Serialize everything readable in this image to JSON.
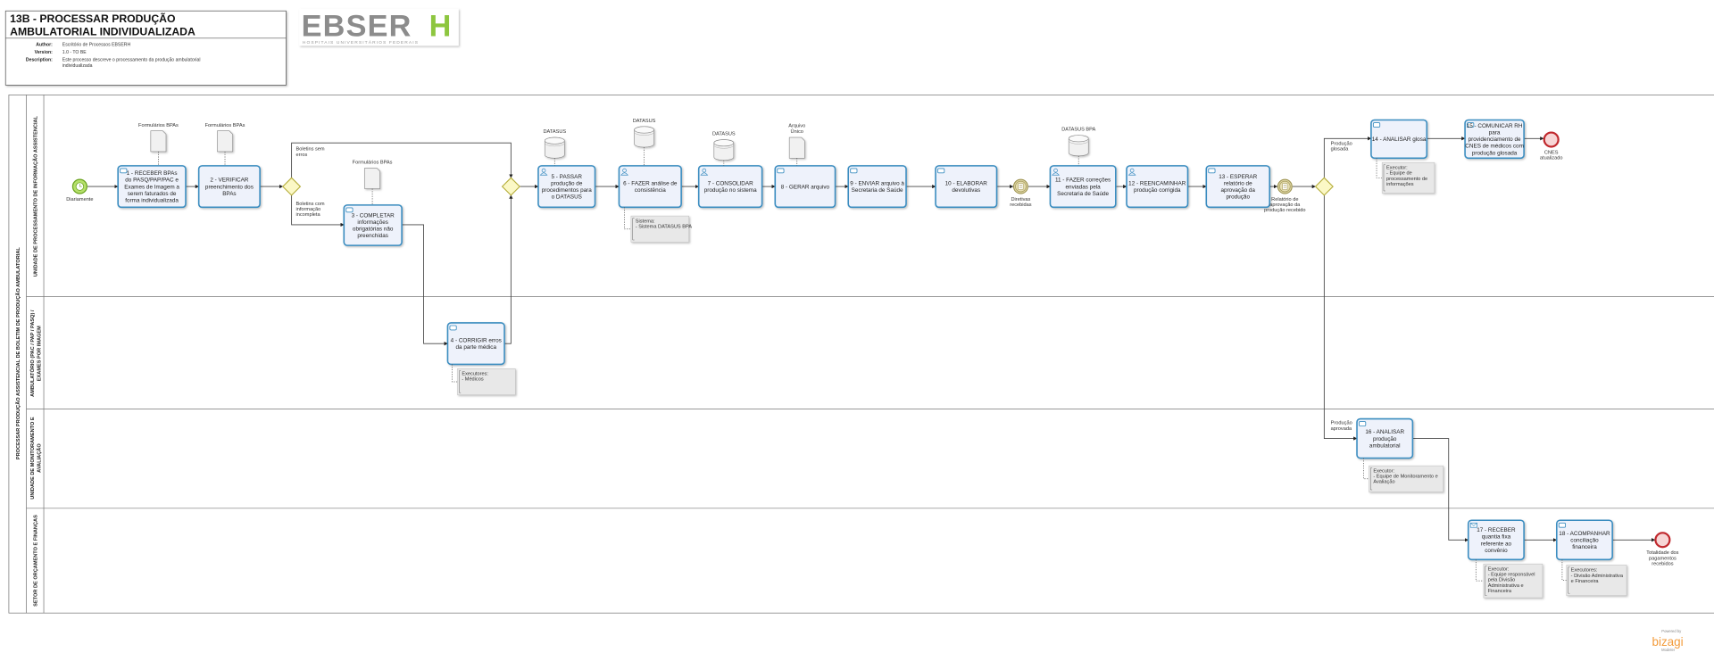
{
  "header": {
    "title_line1": "13B - PROCESSAR PRODUÇÃO",
    "title_line2": "AMBULATORIAL INDIVIDUALIZADA",
    "author_label": "Author:",
    "author": "Escritório de Processos EBSERH",
    "version_label": "Version:",
    "version": "1.0 - TO BE",
    "description_label": "Description:",
    "description_line1": "Este processo descreve o processamento da produção ambulatorial",
    "description_line2": "individualizada"
  },
  "logo": {
    "text": "EBSERH",
    "subtitle": "HOSPITAIS UNIVERSITÁRIOS FEDERAIS",
    "gray": "#8c8c8c",
    "green": "#8dc63f"
  },
  "pool": {
    "label": "PROCESSAR PRODUÇÃO ASSISTENCIAL DE BOLETIM DE PRODUÇÃO AMBULATORIAL"
  },
  "lanes": [
    {
      "label": "UNIDADE DE PROCESSAMENTO DE INFORMAÇÃO ASSISTENCIAL"
    },
    {
      "label_line1": "AMBULATÓRIO (PAC / PAP / PASQ) /",
      "label_line2": "EXAMES POR IMAGEM"
    },
    {
      "label_line1": "UNIDADE DE MONITORAMENTO E",
      "label_line2": "AVALIAÇÃO"
    },
    {
      "label": "SETOR DE ORÇAMENTO E FINANÇAS"
    }
  ],
  "tasks": [
    {
      "id": "t1",
      "icon": "manual",
      "lines": [
        "1 - RECEBER BPAs",
        "do PASQ/PAP/PAC e",
        "Exames de Imagem a",
        "serem faturados de",
        "forma individualizada"
      ]
    },
    {
      "id": "t2",
      "icon": "none",
      "lines": [
        "2 - VERIFICAR",
        "preenchimento dos",
        "BPAs"
      ]
    },
    {
      "id": "t3",
      "icon": "manual",
      "lines": [
        "3 - COMPLETAR",
        "informações",
        "obrigatórias não",
        "preenchidas"
      ]
    },
    {
      "id": "t4",
      "icon": "manual",
      "lines": [
        "4 - CORRIGIR erros",
        "da parte médica"
      ]
    },
    {
      "id": "t5",
      "icon": "user",
      "lines": [
        "5 - PASSAR",
        "produção de",
        "procedimentos para",
        "o DATASUS"
      ]
    },
    {
      "id": "t6",
      "icon": "user",
      "lines": [
        "6 - FAZER análise de",
        "consistência"
      ]
    },
    {
      "id": "t7",
      "icon": "user",
      "lines": [
        "7 - CONSOLIDAR",
        "produção no sistema"
      ]
    },
    {
      "id": "t8",
      "icon": "manual",
      "lines": [
        "8 - GERAR arquivo"
      ]
    },
    {
      "id": "t9",
      "icon": "manual",
      "lines": [
        "9 - ENVIAR arquivo à",
        "Secretaria de Saúde"
      ]
    },
    {
      "id": "t10",
      "icon": "manual",
      "lines": [
        "10 - ELABORAR",
        "devolutivas"
      ]
    },
    {
      "id": "t11",
      "icon": "user",
      "lines": [
        "11 - FAZER correções",
        "enviadas pela",
        "Secretaria de Saúde"
      ]
    },
    {
      "id": "t12",
      "icon": "user",
      "lines": [
        "12 - REENCAMINHAR",
        "produção corrigida"
      ]
    },
    {
      "id": "t13",
      "icon": "manual",
      "lines": [
        "13 - ESPERAR",
        "relatório de",
        "aprovação da",
        "produção"
      ]
    },
    {
      "id": "t14",
      "icon": "manual",
      "lines": [
        "14 - ANALISAR glosa"
      ]
    },
    {
      "id": "t15",
      "icon": "manual",
      "lines": [
        "15 - COMUNICAR RH",
        "para",
        "providenciamento de",
        "CNES de médicos com",
        "produção glosada"
      ]
    },
    {
      "id": "t16",
      "icon": "manual",
      "lines": [
        "16 - ANALISAR",
        "produção",
        "ambulatorial"
      ]
    },
    {
      "id": "t17",
      "icon": "message",
      "lines": [
        "17 - RECEBER",
        "quantia fixa",
        "referente ao",
        "convênio"
      ]
    },
    {
      "id": "t18",
      "icon": "manual",
      "lines": [
        "18 - ACOMPANHAR",
        "conciliação",
        "financeira"
      ]
    }
  ],
  "events": [
    {
      "id": "start",
      "type": "start-timer",
      "lines": [
        "Diariamente"
      ]
    },
    {
      "id": "ie1",
      "type": "intermediate-message",
      "lines": [
        "Diretivas",
        "recebidas"
      ]
    },
    {
      "id": "ie2",
      "type": "intermediate-message",
      "lines": [
        "Relatório de",
        "aprovação da",
        "produção recebido"
      ]
    },
    {
      "id": "end1",
      "type": "end",
      "lines": [
        "CNES",
        "atualizado"
      ]
    },
    {
      "id": "end2",
      "type": "end",
      "lines": [
        "Totalidade dos",
        "pagamentos",
        "recebidos"
      ]
    }
  ],
  "gateways": [
    {
      "id": "g1"
    },
    {
      "id": "g2"
    },
    {
      "id": "g3"
    }
  ],
  "artifacts": [
    {
      "id": "d1",
      "type": "document",
      "lines": [
        "Formulários BPAs"
      ]
    },
    {
      "id": "d2",
      "type": "document",
      "lines": [
        "Formulários BPAs"
      ]
    },
    {
      "id": "d3",
      "type": "document",
      "lines": [
        "Formulários BPAs"
      ]
    },
    {
      "id": "db5",
      "type": "database",
      "lines": [
        "DATASUS"
      ]
    },
    {
      "id": "db6",
      "type": "database",
      "lines": [
        "DATASUS"
      ]
    },
    {
      "id": "db7",
      "type": "database",
      "lines": [
        "DATASUS"
      ]
    },
    {
      "id": "d8",
      "type": "document",
      "lines": [
        "Arquivo",
        "Único"
      ]
    },
    {
      "id": "db11",
      "type": "database",
      "lines": [
        "DATASUS BPA"
      ]
    }
  ],
  "annotations": [
    {
      "id": "a4",
      "lines": [
        "Executores:",
        "- Médicos"
      ]
    },
    {
      "id": "a6",
      "lines": [
        "Sistema:",
        "- Sistema DATASUS BPA"
      ]
    },
    {
      "id": "a14",
      "lines": [
        "Executor:",
        "- Equipe de",
        "processamento de",
        "informações"
      ]
    },
    {
      "id": "a16",
      "lines": [
        "Executor:",
        "- Equipe de Monitoramento e",
        "Avaliação"
      ]
    },
    {
      "id": "a17",
      "lines": [
        "Executor:",
        "- Equipe responsável",
        "pela Divisão",
        "Administrativa e",
        "Financeira"
      ]
    },
    {
      "id": "a18",
      "lines": [
        "Executores:",
        "- Divisão Administrativa",
        "e Financeira"
      ]
    }
  ],
  "flow_labels": [
    {
      "id": "f_sem_erros",
      "lines": [
        "Boletins sem",
        "erros"
      ]
    },
    {
      "id": "f_incompleta",
      "lines": [
        "Boletins com",
        "informação",
        "incompleta"
      ]
    },
    {
      "id": "f_glosada",
      "lines": [
        "Produção",
        "glosada"
      ]
    },
    {
      "id": "f_aprovada",
      "lines": [
        "Produção",
        "aprovada"
      ]
    }
  ],
  "footer": {
    "powered_by": "Powered by",
    "brand": "bizagi",
    "product": "Modeler",
    "brand_color": "#f39c3c"
  }
}
